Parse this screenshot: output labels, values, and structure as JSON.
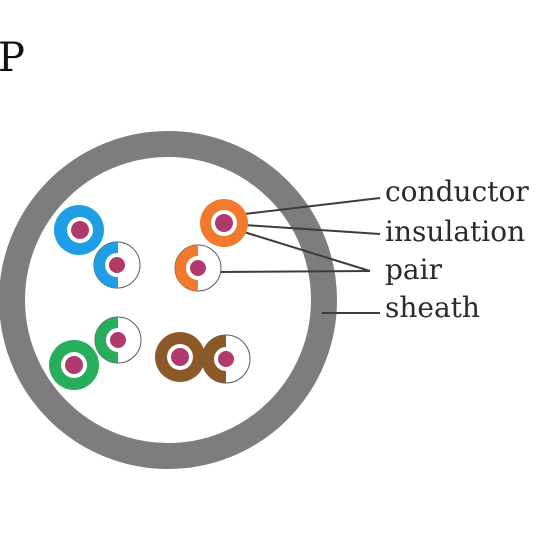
{
  "heading": "P",
  "labels": {
    "conductor": "conductor",
    "insulation": "insulation",
    "pair": "pair",
    "sheath": "sheath"
  },
  "colors": {
    "sheath": "#7d7d7d",
    "conductor": "#b03a6c",
    "leader_line": "#3c3c3c",
    "pair_blue": "#1f9ee6",
    "pair_orange": "#f27a2e",
    "pair_green": "#27ad5c",
    "pair_brown": "#8c5a28"
  },
  "wire_pairs": [
    {
      "name": "blue-pair",
      "color": "blue"
    },
    {
      "name": "orange-pair",
      "color": "orange"
    },
    {
      "name": "green-pair",
      "color": "green"
    },
    {
      "name": "brown-pair",
      "color": "brown"
    }
  ]
}
